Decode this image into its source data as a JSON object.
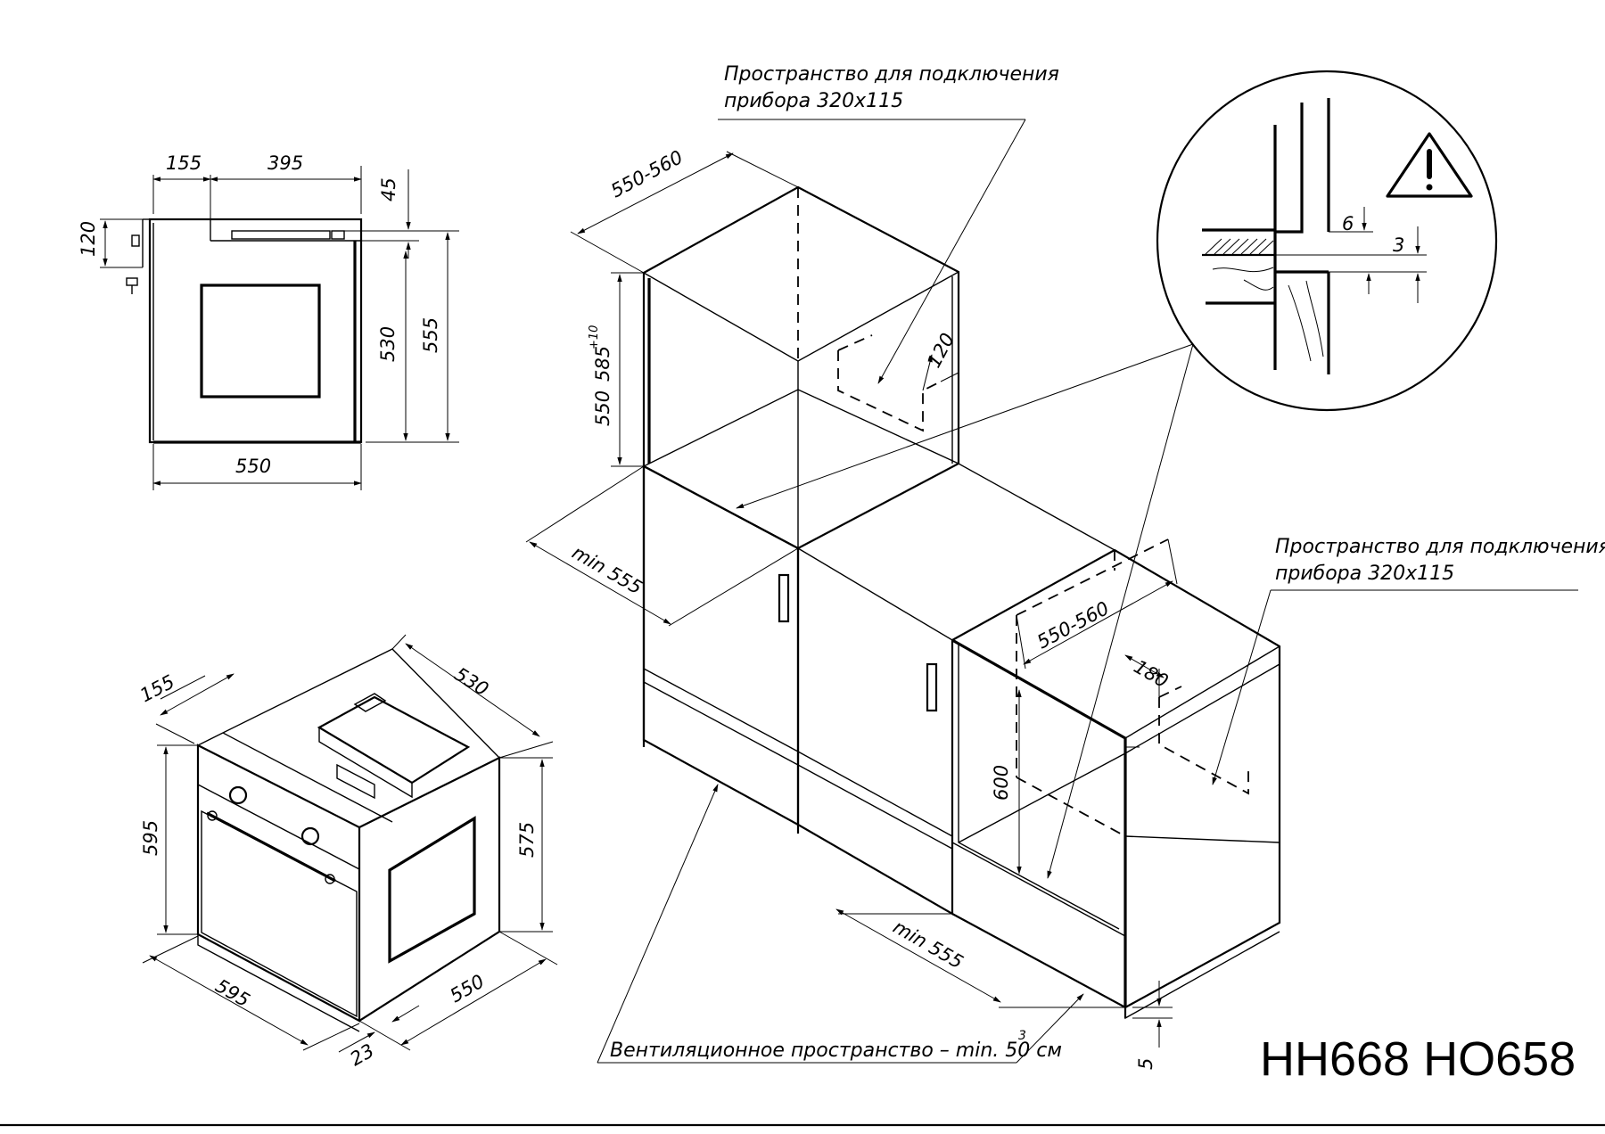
{
  "front_view": {
    "dim_top_left": "155",
    "dim_top_right": "395",
    "dim_right_top": "45",
    "dim_left": "120",
    "dim_height_inner": "530",
    "dim_height_outer": "555",
    "dim_width": "550"
  },
  "iso_view": {
    "dim_top_left": "155",
    "dim_top_depth": "530",
    "dim_height": "595",
    "dim_height_right": "575",
    "dim_width": "595",
    "dim_depth": "550",
    "dim_door": "23"
  },
  "cabinets": {
    "upper_width": "550-560",
    "upper_height_550": "550",
    "upper_height_585": "585",
    "upper_height_585_sup": "+10",
    "upper_cut": "120",
    "upper_min_depth": "min 555",
    "lower_width": "550-560",
    "lower_cut": "180",
    "lower_height": "600",
    "lower_min_depth": "min 555",
    "plinth_gap": "5"
  },
  "detail": {
    "dim_6": "6",
    "dim_3": "3"
  },
  "notes": {
    "space_upper_line1": "Пространство для подключения",
    "space_upper_line2": "прибора 320x115",
    "space_lower_line1": "Пространство для подключения",
    "space_lower_line2": "прибора 320x115",
    "ventilation": "Вентиляционное пространство – min. 50 см",
    "ventilation_sup": "3"
  },
  "model": "HH668 HO658"
}
